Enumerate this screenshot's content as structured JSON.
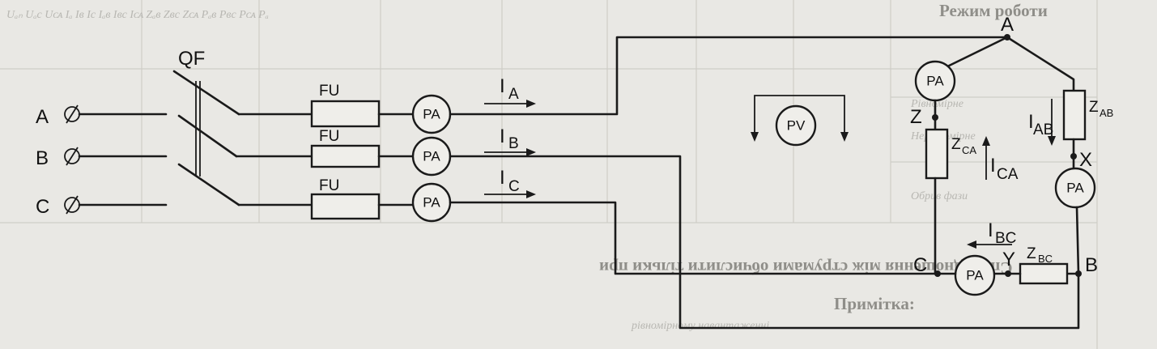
{
  "background_text": {
    "top_header_left": "Uₐₙ Uₐc Uᴄᴀ Iₐ Iв Ic Iₐв Iвc Iᴄᴀ Zₐв Zвc Zᴄᴀ Pₐв Pвc Pᴄᴀ Pₐ",
    "row_header": "Режим роботи",
    "row1": "Рівномірне",
    "row2": "Нерівномірне",
    "row3": "Обрив фази",
    "note_title": "Примітка:",
    "note_line1": "Співвідношення між струмами обчислити тільки при",
    "note_line2": "рівномірному навантаженні."
  },
  "diagram": {
    "breaker_label": "QF",
    "phases": [
      {
        "terminal": "A",
        "fuse": "FU",
        "meter": "PA",
        "current": "I",
        "current_sub": "A"
      },
      {
        "terminal": "B",
        "fuse": "FU",
        "meter": "PA",
        "current": "I",
        "current_sub": "B"
      },
      {
        "terminal": "C",
        "fuse": "FU",
        "meter": "PA",
        "current": "I",
        "current_sub": "C"
      }
    ],
    "voltmeter": "PV",
    "nodes": {
      "A": "A",
      "B": "B",
      "C": "C",
      "X": "X",
      "Y": "Y",
      "Z": "Z"
    },
    "loads": {
      "ab": {
        "z": "Z",
        "sub": "AB"
      },
      "bc": {
        "z": "Z",
        "sub": "BC"
      },
      "ca": {
        "z": "Z",
        "sub": "CA"
      }
    },
    "load_currents": {
      "ab": {
        "i": "I",
        "sub": "AB"
      },
      "bc": {
        "i": "I",
        "sub": "BC"
      },
      "ca": {
        "i": "I",
        "sub": "CA"
      }
    },
    "delta_meters": {
      "top": "PA",
      "right": "PA",
      "bottom": "PA"
    }
  }
}
